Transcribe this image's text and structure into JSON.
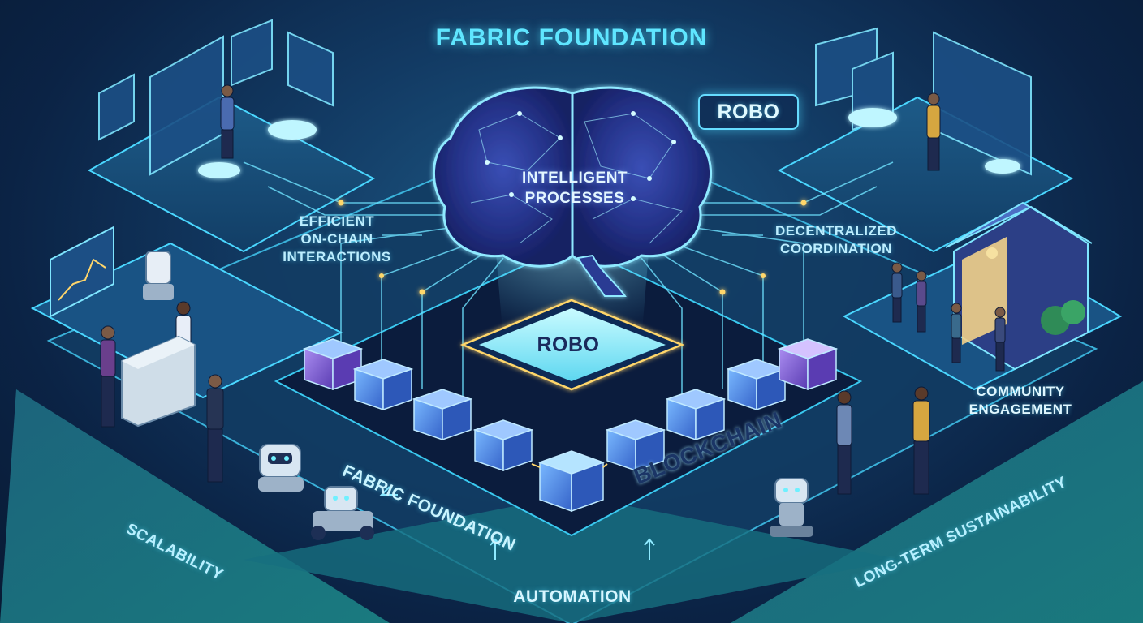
{
  "title": "FABRIC FOUNDATION",
  "brain_label": "INTELLIGENT\nPROCESSES",
  "robo_badge": "ROBO",
  "robo_platform": "ROBO",
  "labels": {
    "efficient": "EFFICIENT\nON-CHAIN\nINTERACTIONS",
    "decentralized": "DECENTRALIZED\nCOORDINATION",
    "community": "COMMUNITY\nENGAGEMENT",
    "fabric_chain": "FABRIC FOUNDATION",
    "blockchain": "BLOCKCHAIN",
    "scalability": "SCALABILITY",
    "automation": "AUTOMATION",
    "sustainability": "LONG-TERM SUSTAINABILITY"
  },
  "colors": {
    "accent_cyan": "#5fe6ff",
    "glow": "#7ff0ff",
    "node_gold": "#ffd66b",
    "block_blue": "#4f7fe0",
    "block_purple": "#8a62d6"
  }
}
